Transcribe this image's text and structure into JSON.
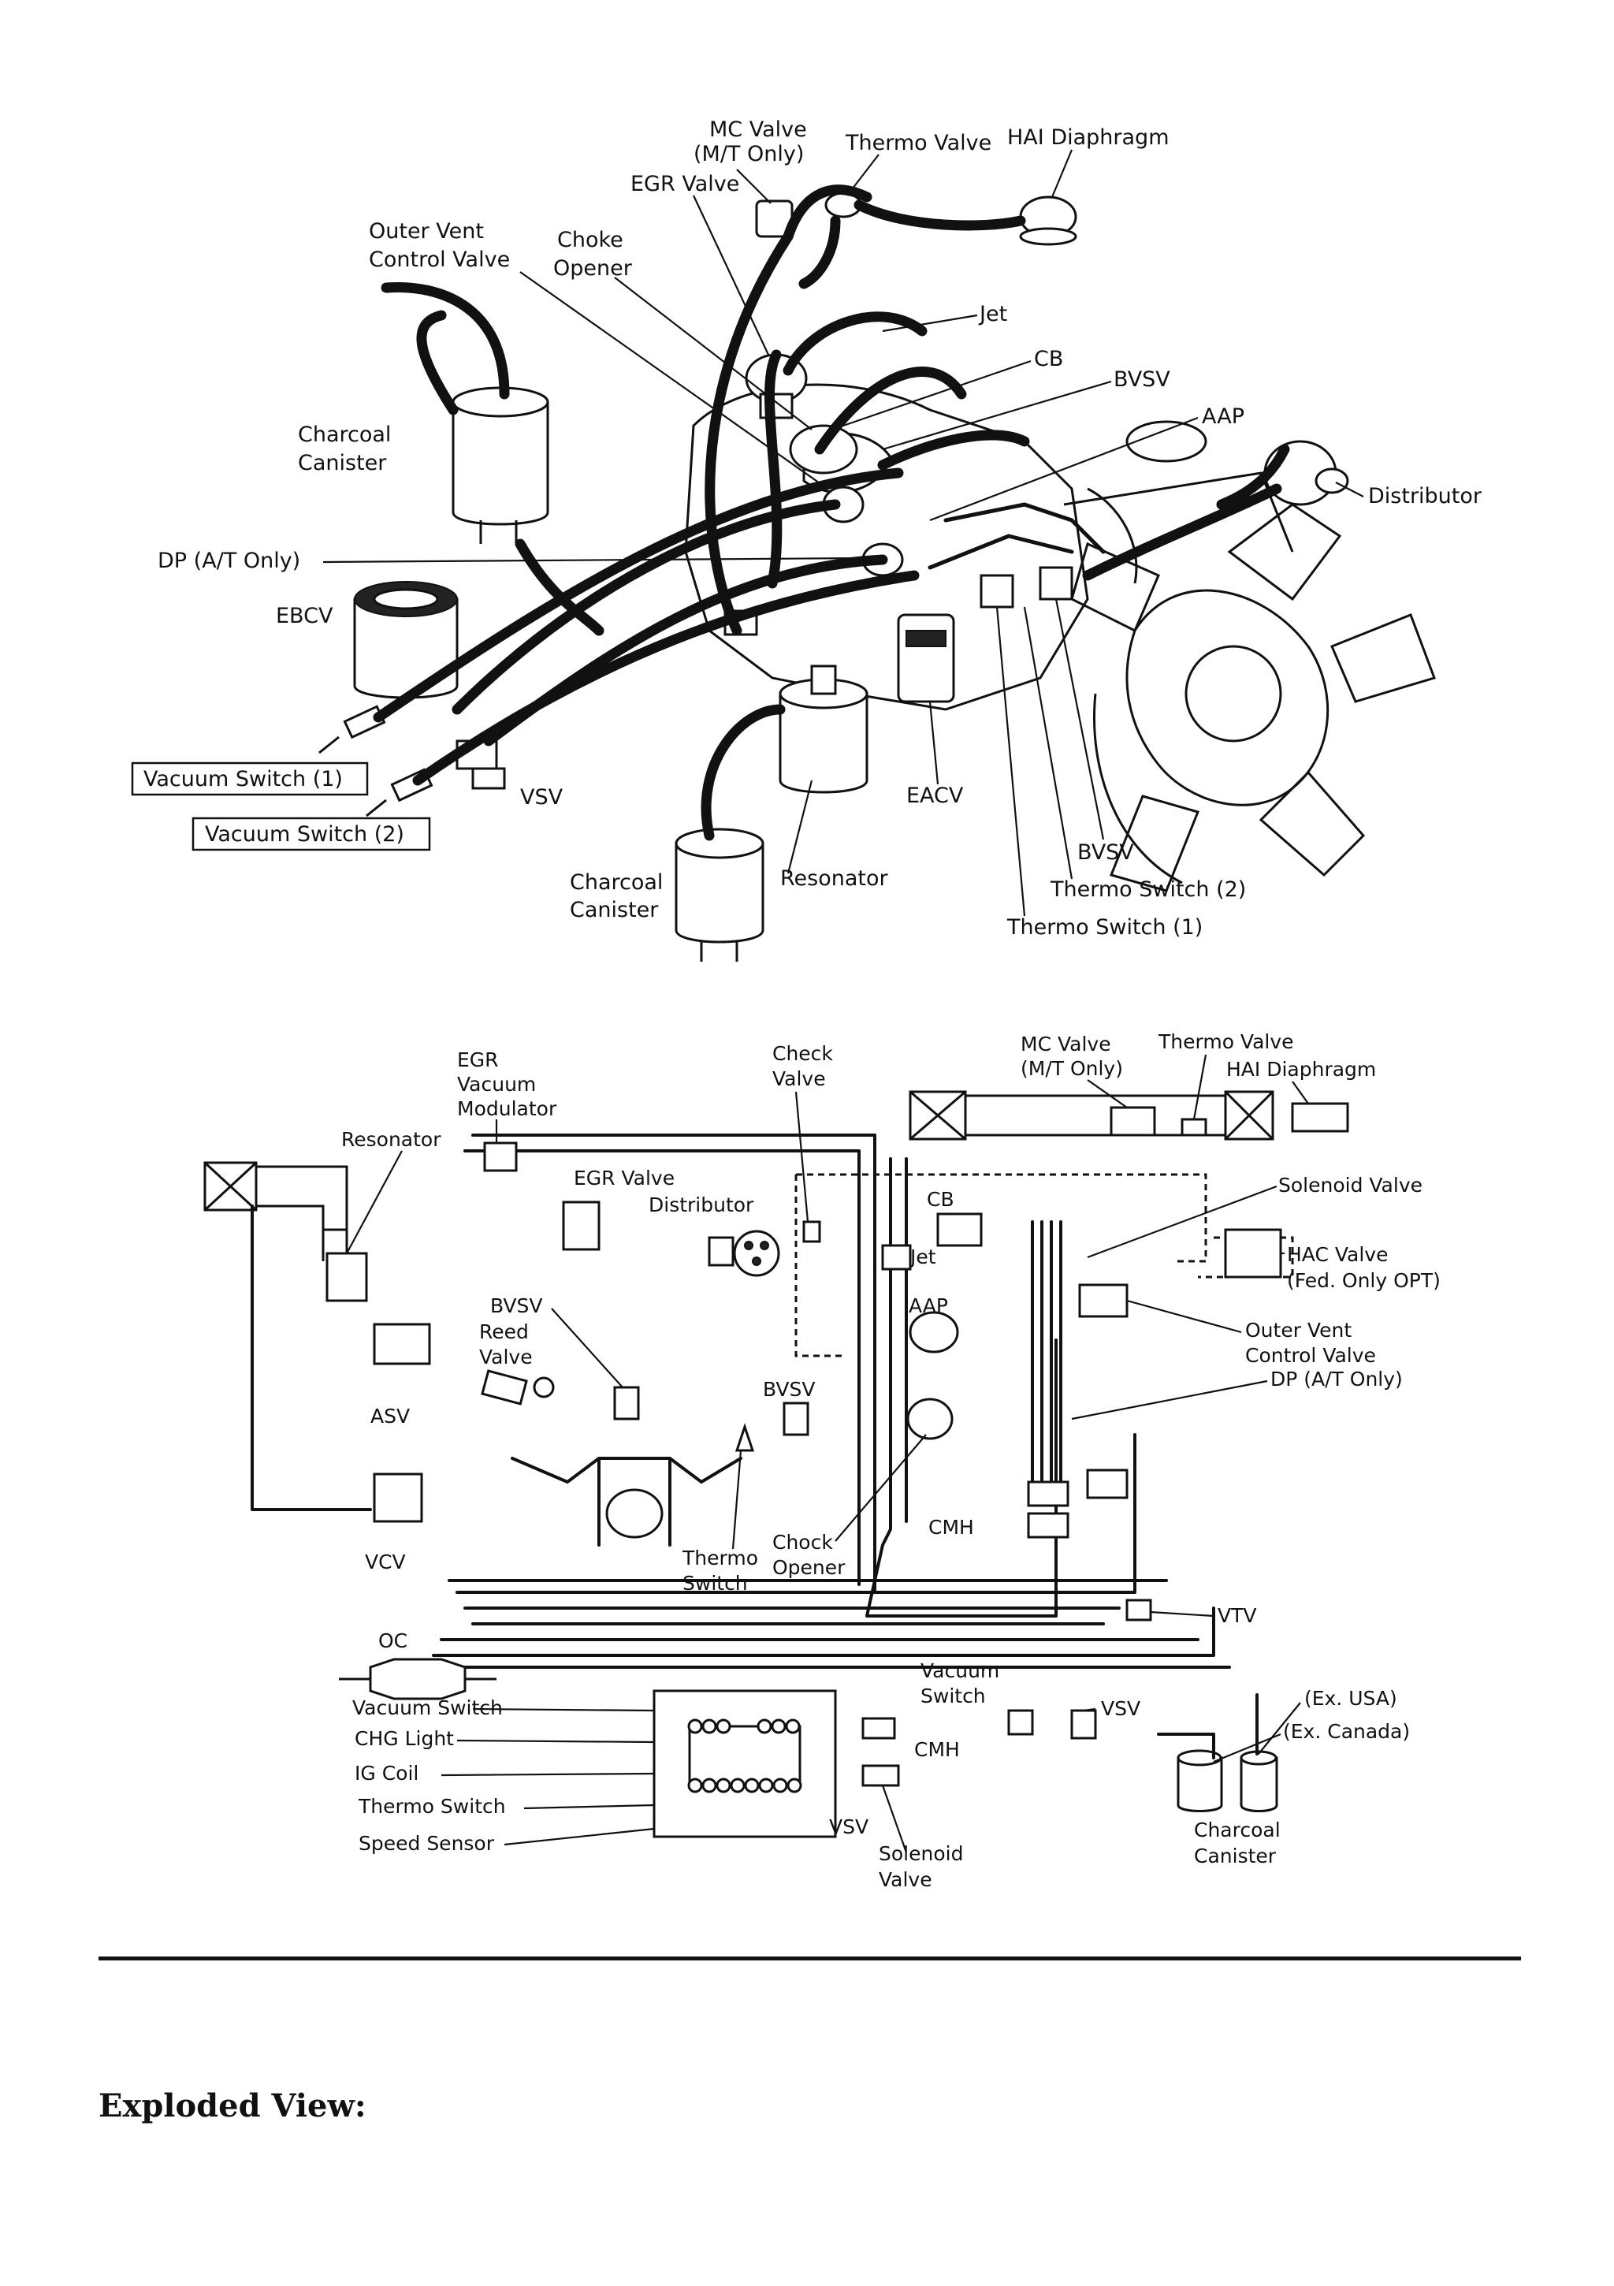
{
  "top_diagram": {
    "labels": {
      "mc_valve": "MC Valve",
      "mc_valve_note": "(M/T Only)",
      "thermo_valve": "Thermo Valve",
      "hai_diaphragm": "HAI Diaphragm",
      "egr_valve": "EGR Valve",
      "outer_vent_1": "Outer Vent",
      "outer_vent_2": "Control Valve",
      "choke_1": "Choke",
      "choke_2": "Opener",
      "jet": "Jet",
      "cb": "CB",
      "bvsv_top": "BVSV",
      "aap": "AAP",
      "charcoal_1": "Charcoal",
      "charcoal_2": "Canister",
      "distributor": "Distributor",
      "dp": "DP (A/T Only)",
      "ebcv": "EBCV",
      "vacuum_switch_1": "Vacuum Switch (1)",
      "vacuum_switch_2": "Vacuum Switch (2)",
      "vsv": "VSV",
      "eacv": "EACV",
      "bvsv_bottom": "BVSV",
      "thermo_switch_2": "Thermo Switch (2)",
      "thermo_switch_1": "Thermo Switch (1)",
      "charcoal_b1": "Charcoal",
      "charcoal_b2": "Canister",
      "resonator": "Resonator"
    }
  },
  "bottom_diagram": {
    "labels": {
      "egr_vm_1": "EGR",
      "egr_vm_2": "Vacuum",
      "egr_vm_3": "Modulator",
      "check_valve_1": "Check",
      "check_valve_2": "Valve",
      "mc_valve": "MC Valve",
      "mc_valve_note": "(M/T Only)",
      "thermo_valve": "Thermo Valve",
      "hai_diaphragm": "HAI Diaphragm",
      "resonator": "Resonator",
      "egr_valve": "EGR Valve",
      "distributor": "Distributor",
      "cb": "CB",
      "solenoid_valve": "Solenoid Valve",
      "jet": "Jet",
      "hac_valve": "HAC Valve",
      "hac_note": "(Fed. Only OPT)",
      "aap": "AAP",
      "bvsv_1": "BVSV",
      "reed_1": "Reed",
      "reed_2": "Valve",
      "outer_vent_1": "Outer Vent",
      "outer_vent_2": "Control Valve",
      "dp": "DP (A/T Only)",
      "asv": "ASV",
      "bvsv_2": "BVSV",
      "cmh": "CMH",
      "vcv": "VCV",
      "thermo_sw_1": "Thermo",
      "thermo_sw_2": "Switch",
      "chock_1": "Chock",
      "chock_2": "Opener",
      "vtv": "VTV",
      "oc": "OC",
      "vacuum_switch": "Vacuum Switch",
      "chg_light": "CHG Light",
      "ig_coil": "IG Coil",
      "thermo_switch": "Thermo Switch",
      "speed_sensor": "Speed Sensor",
      "vacuum_sw_r1": "Vacuum",
      "vacuum_sw_r2": "Switch",
      "cmh_2": "CMH",
      "vsv_1": "VSV",
      "vsv_2": "VSV",
      "solenoid_1": "Solenoid",
      "solenoid_2": "Valve",
      "ex_usa": "(Ex. USA)",
      "ex_canada": "(Ex. Canada)",
      "charcoal_1": "Charcoal",
      "charcoal_2": "Canister"
    }
  },
  "footer": {
    "heading": "Exploded View:"
  }
}
